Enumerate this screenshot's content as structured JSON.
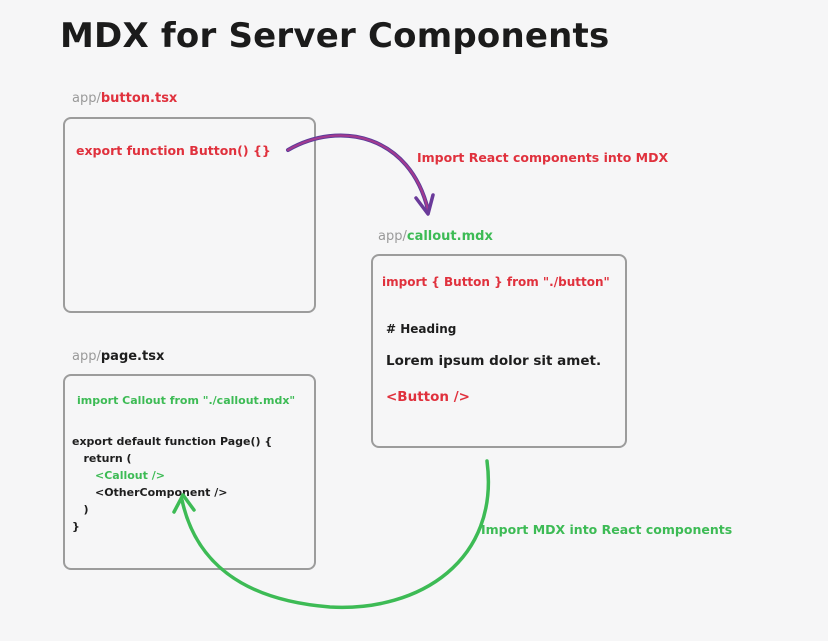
{
  "title": "MDX for Server Components",
  "colors": {
    "red": "#e0313d",
    "green": "#3dbb55",
    "purple_arrow": "#8a3aa8",
    "box_border": "#9c9c9c"
  },
  "files": {
    "button": {
      "dir": "app/",
      "name": "button.tsx",
      "lines": [
        "export function Button() {}"
      ]
    },
    "callout": {
      "dir": "app/",
      "name": "callout.mdx",
      "import_line": "import { Button } from \"./button\"",
      "heading": "# Heading",
      "paragraph": "Lorem ipsum dolor sit amet.",
      "component": "<Button />"
    },
    "page": {
      "dir": "app/",
      "name": "page.tsx",
      "import_line": "import Callout from \"./callout.mdx\"",
      "code_lines": [
        "export default function Page() {",
        "   return (",
        "      <Callout />",
        "      <OtherComponent />",
        "   )",
        "}"
      ]
    }
  },
  "annotations": {
    "top": "Import React components into MDX",
    "bottom": "Import MDX into React components"
  }
}
